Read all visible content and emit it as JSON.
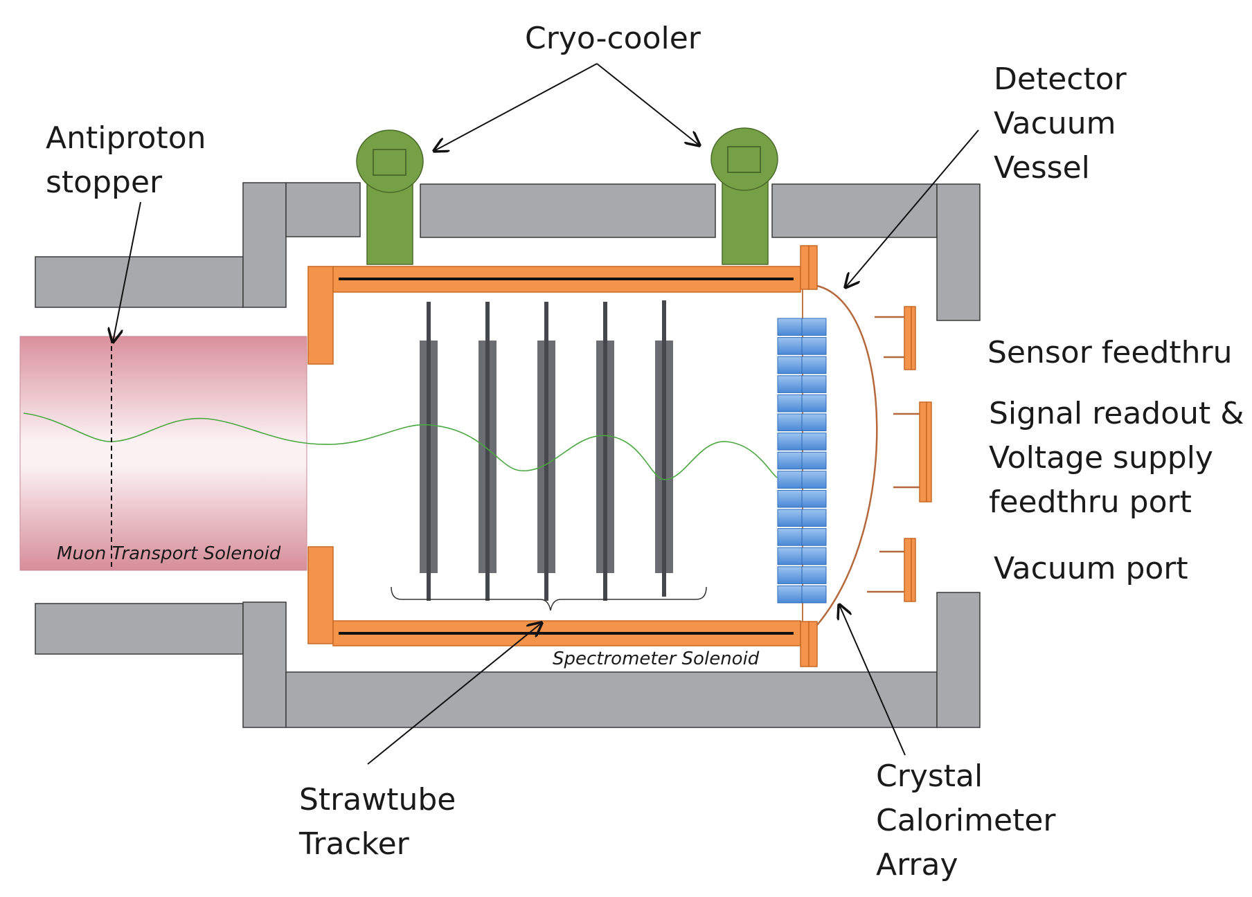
{
  "labels": {
    "cryo_cooler": "Cryo-cooler",
    "antiproton_stopper": [
      "Antiproton",
      "stopper"
    ],
    "detector_vacuum_vessel": [
      "Detector",
      "Vacuum",
      "Vessel"
    ],
    "sensor_feedthru": "Sensor feedthru",
    "signal_readout": [
      "Signal readout &",
      "Voltage supply",
      "feedthru port"
    ],
    "vacuum_port": "Vacuum port",
    "strawtube_tracker": [
      "Strawtube",
      "Tracker"
    ],
    "crystal_calorimeter": [
      "Crystal",
      "Calorimeter",
      "Array"
    ],
    "muon_transport_solenoid": "Muon Transport Solenoid",
    "spectrometer_solenoid": "Spectrometer Solenoid"
  },
  "colors": {
    "steel": "#a7a9ac",
    "steel_edge": "#3a3a3a",
    "cryo": "#76a045",
    "cryo_edge": "#4a6a2a",
    "coil": "#f4944a",
    "coil_edge": "#c86a24",
    "vessel": "#b5683a",
    "crystal": "#5b9be0",
    "crystal_edge": "#2d6ab8",
    "solenoid_pink": "#d9909c",
    "track": "#4aa83f",
    "tracker": "#6b6d72",
    "arrow": "#111111"
  },
  "counts": {
    "tracker_planes": 5,
    "crystals": 15
  }
}
